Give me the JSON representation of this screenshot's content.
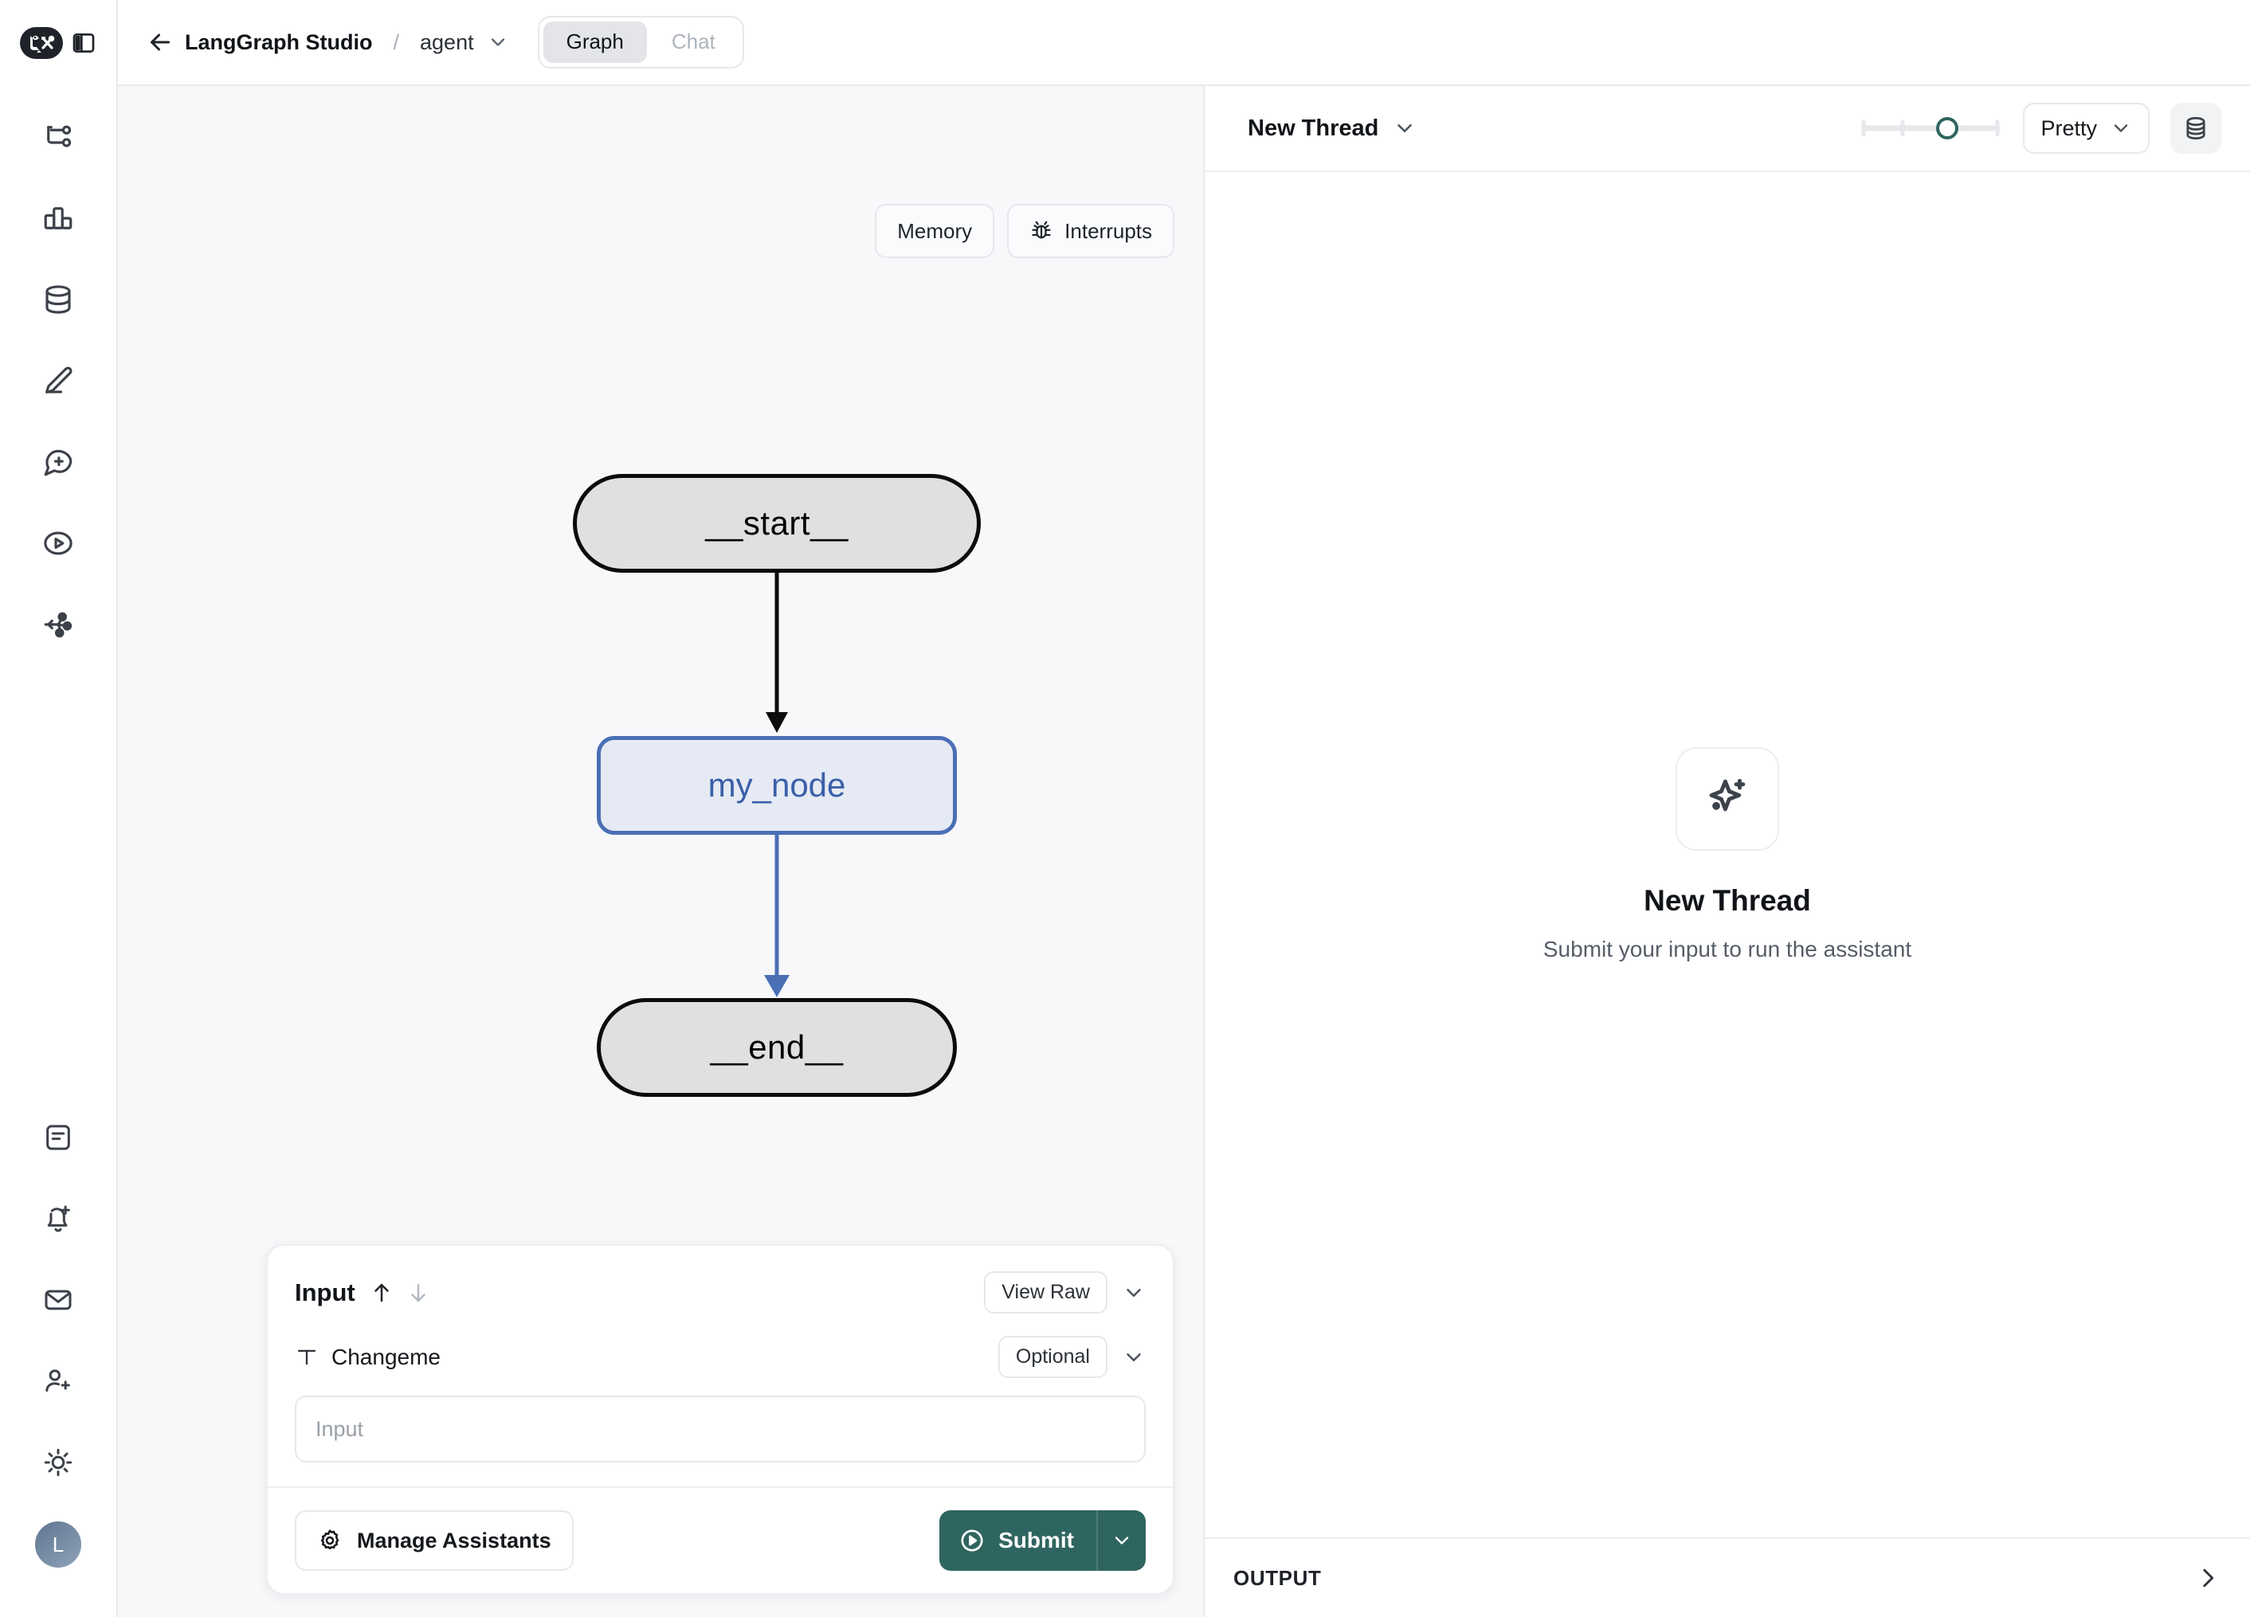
{
  "app": {
    "logo_icon": "langchain-parrot-logo",
    "sidebar_toggle_icon": "panel-toggle-icon"
  },
  "topbar": {
    "back_icon": "arrow-left-icon",
    "breadcrumb_root": "LangGraph Studio",
    "breadcrumb_separator": "/",
    "breadcrumb_assistant": "agent",
    "assistant_chevron_icon": "chevron-down-icon",
    "tabs": [
      {
        "label": "Graph",
        "active": true
      },
      {
        "label": "Chat",
        "active": false
      }
    ]
  },
  "rail": {
    "top_items": [
      {
        "name": "git-branch-icon"
      },
      {
        "name": "bar-chart-icon"
      },
      {
        "name": "database-icon"
      },
      {
        "name": "pencil-icon"
      },
      {
        "name": "message-plus-icon"
      },
      {
        "name": "play-circle-icon"
      },
      {
        "name": "network-graph-icon"
      }
    ],
    "bottom_items": [
      {
        "name": "document-icon"
      },
      {
        "name": "bell-plus-icon"
      },
      {
        "name": "mail-icon"
      },
      {
        "name": "user-plus-icon"
      },
      {
        "name": "sun-icon"
      }
    ],
    "avatar_initial": "L"
  },
  "graph": {
    "tools": [
      {
        "label": "Memory",
        "icon": null
      },
      {
        "label": "Interrupts",
        "icon": "bug-icon"
      }
    ],
    "nodes": [
      {
        "id": "start",
        "label": "__start__",
        "kind": "terminal"
      },
      {
        "id": "my_node",
        "label": "my_node",
        "kind": "active"
      },
      {
        "id": "end",
        "label": "__end__",
        "kind": "terminal"
      }
    ],
    "edges": [
      {
        "from": "start",
        "to": "my_node",
        "color": "#0c0c0c"
      },
      {
        "from": "my_node",
        "to": "end",
        "color": "#4a6fb5"
      }
    ],
    "colors": {
      "terminal_fill": "#e0e0e0",
      "terminal_stroke": "#0c0c0c",
      "active_fill": "#e5eaf4",
      "active_stroke": "#4a6fb5",
      "active_text": "#3a5fa8",
      "canvas_bg": "#f7f8fa"
    }
  },
  "input_panel": {
    "title": "Input",
    "sort_up_icon": "arrow-up-icon",
    "sort_down_icon": "arrow-down-icon",
    "view_raw_label": "View Raw",
    "view_raw_chevron_icon": "chevron-down-icon",
    "field": {
      "type_icon": "text-type-icon",
      "label": "Changeme",
      "badge": "Optional",
      "badge_chevron_icon": "chevron-down-icon",
      "value": "",
      "placeholder": "Input"
    },
    "manage_assistants_label": "Manage Assistants",
    "manage_assistants_icon": "gear-icon",
    "submit_label": "Submit",
    "submit_icon": "play-circle-icon",
    "submit_chevron_icon": "chevron-down-icon",
    "submit_color": "#2f6560"
  },
  "thread": {
    "title": "New Thread",
    "title_chevron_icon": "chevron-down-icon",
    "slider": {
      "value": 66,
      "handle_color": "#2f6560"
    },
    "format_label": "Pretty",
    "format_chevron_icon": "chevron-down-icon",
    "state_icon": "database-icon",
    "empty": {
      "icon": "sparkles-icon",
      "title": "New Thread",
      "subtitle": "Submit your input to run the assistant"
    },
    "output_label": "OUTPUT",
    "output_chevron_icon": "chevron-right-icon"
  }
}
